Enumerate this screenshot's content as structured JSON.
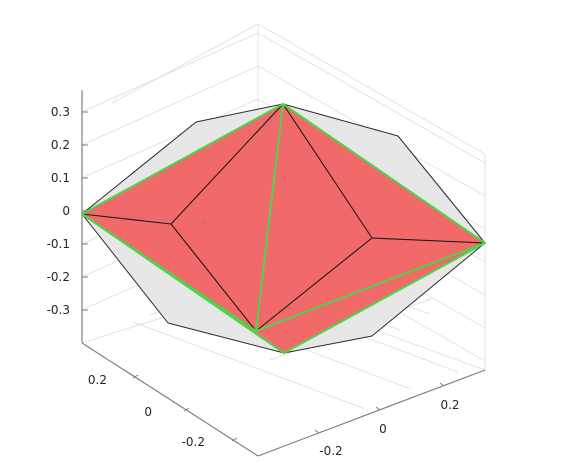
{
  "chart_data": {
    "type": "3d-surface",
    "title": "",
    "xlabel": "",
    "ylabel": "",
    "zlabel": "",
    "grid": true,
    "axes": {
      "z_ticks": [
        0.3,
        0.2,
        0.1,
        0,
        -0.1,
        -0.2,
        -0.3
      ],
      "y_ticks": [
        0.2,
        0,
        -0.2
      ],
      "x_ticks": [
        -0.2,
        0,
        0.2
      ]
    },
    "z_tick_labels": [
      "0.3",
      "0.2",
      "0.1",
      "0",
      "-0.1",
      "-0.2",
      "-0.3"
    ],
    "y_tick_labels": [
      "0.2",
      "0",
      "-0.2"
    ],
    "x_tick_labels": [
      "-0.2",
      "0",
      "0.2"
    ],
    "series": [
      {
        "role": "outer-convex-hull",
        "color": "#e6e6e6",
        "edge_color": "#000000"
      },
      {
        "role": "inner-octahedron",
        "color": "#f26666",
        "edge_color": "#000000"
      },
      {
        "role": "outline-highlight",
        "color": "#4cd44c"
      }
    ]
  }
}
